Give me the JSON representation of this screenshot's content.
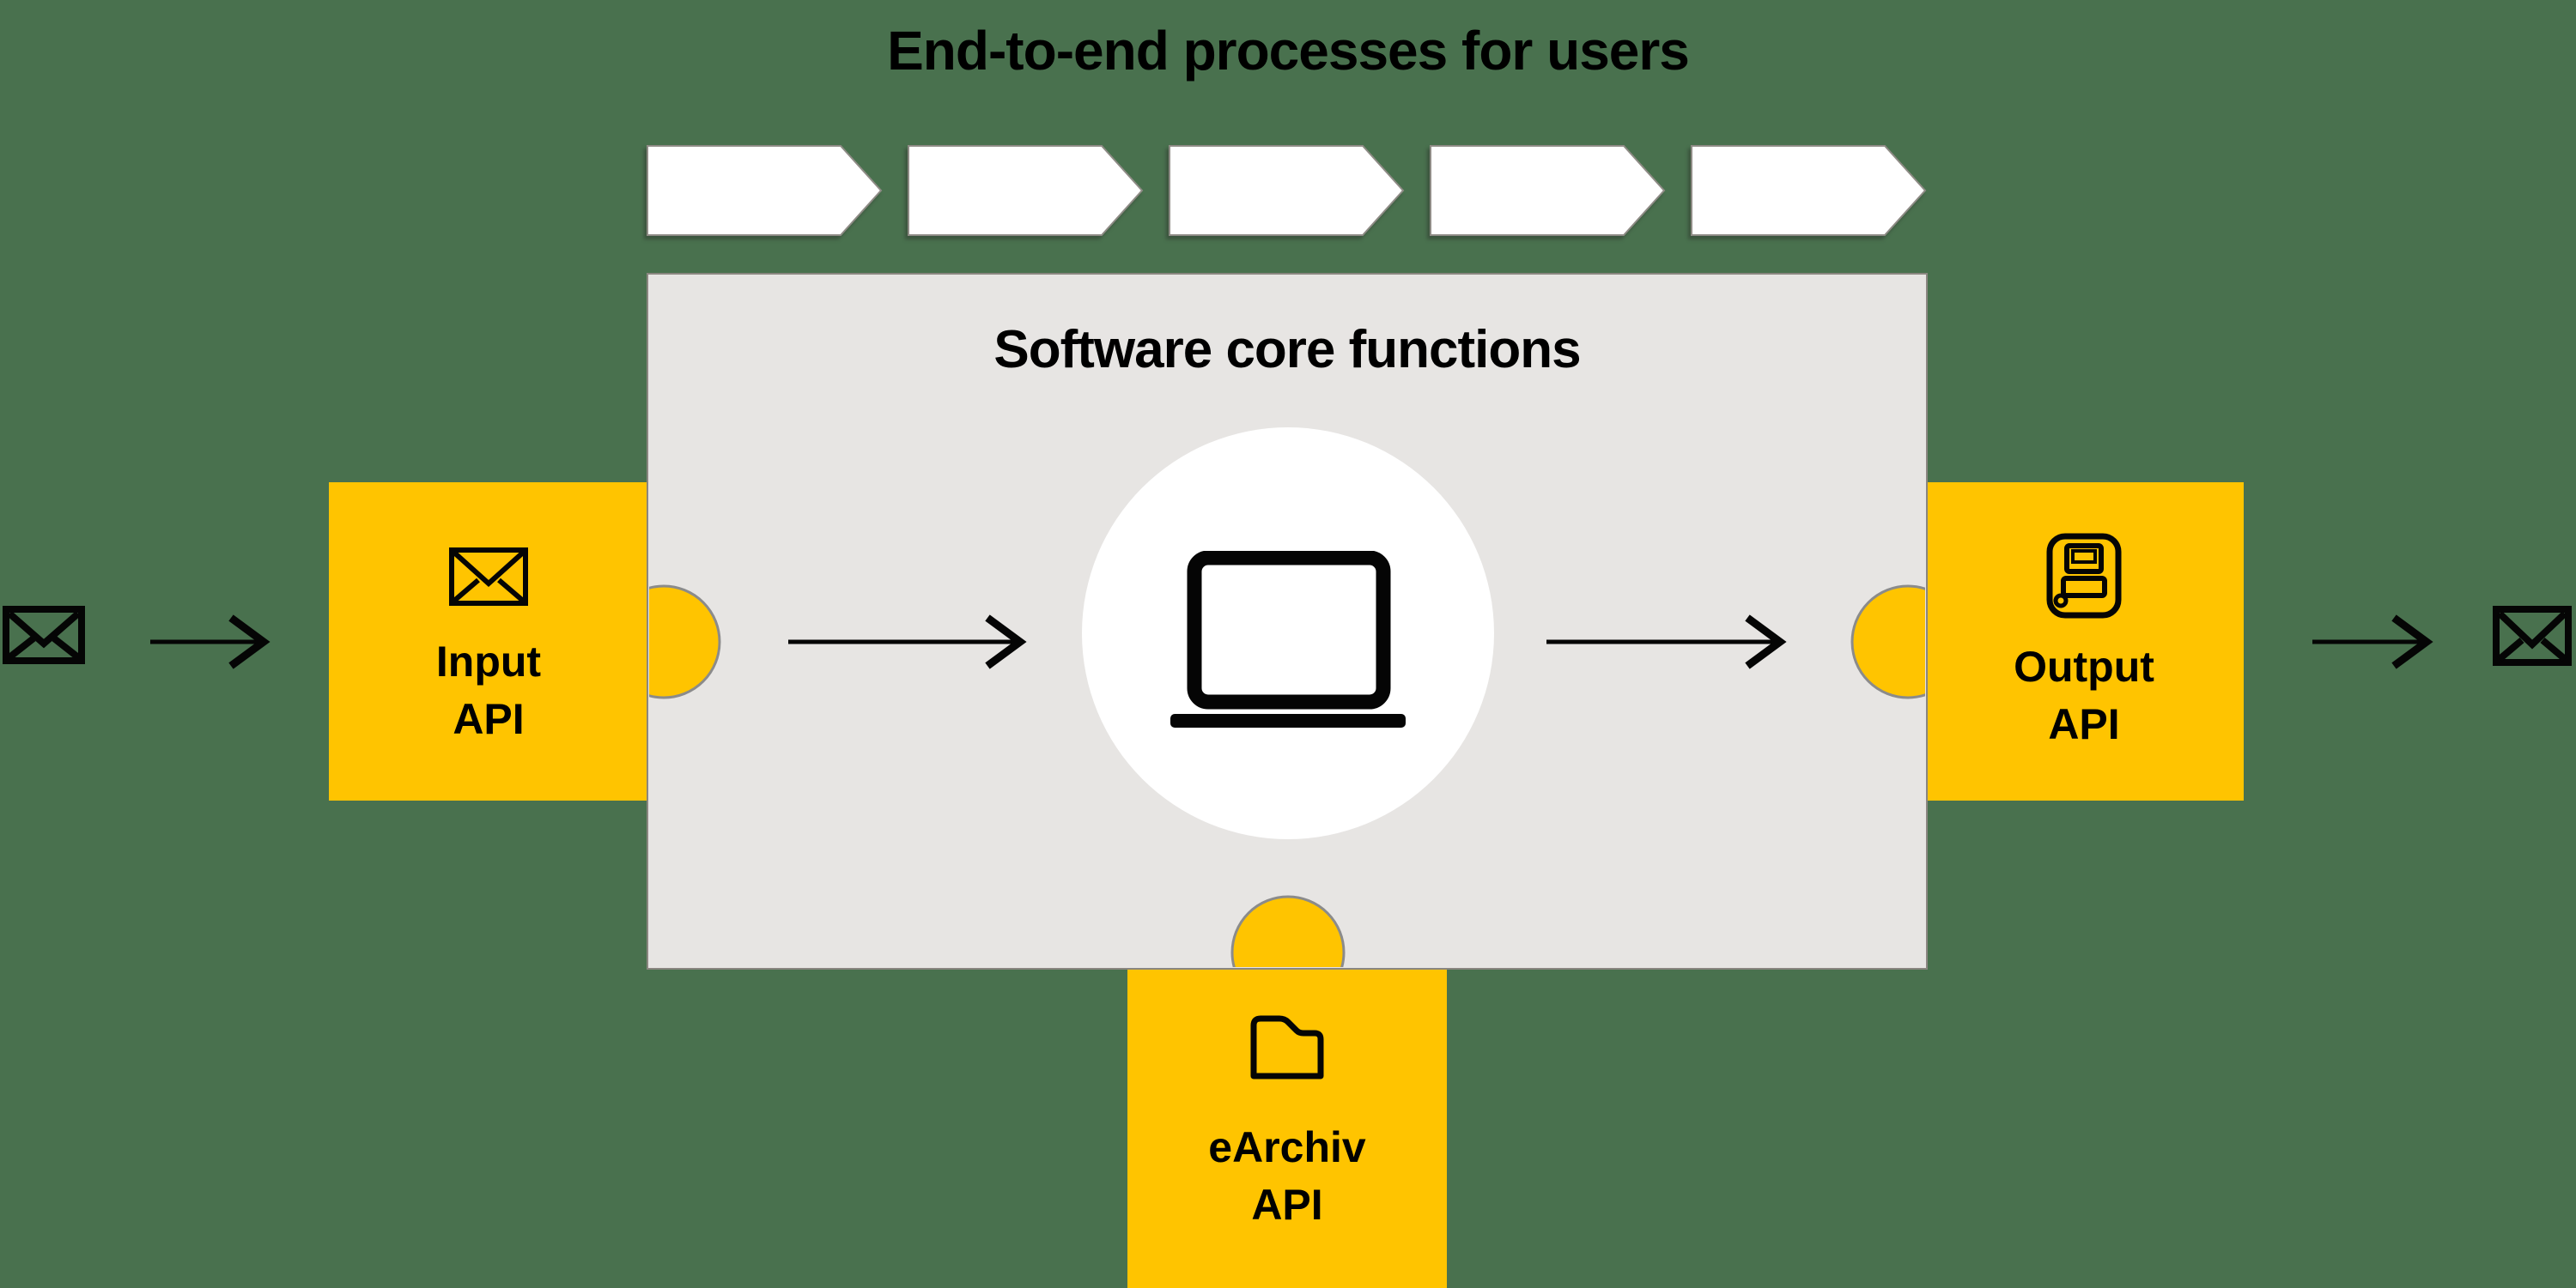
{
  "title": "End-to-end processes for users",
  "process_row": {
    "step_count": 5
  },
  "core_panel": {
    "title": "Software core functions",
    "center_icon": "laptop-icon"
  },
  "blocks": {
    "input": {
      "line1": "Input",
      "line2": "API",
      "icon": "envelope-icon"
    },
    "output": {
      "line1": "Output",
      "line2": "API",
      "icon": "server-icon"
    },
    "earchiv": {
      "line1": "eArchiv",
      "line2": "API",
      "icon": "folder-icon"
    }
  },
  "endpoints": {
    "left": "envelope-icon",
    "right": "envelope-icon"
  },
  "colors": {
    "background": "#49714E",
    "block_yellow": "#FFC400",
    "panel_gray": "#E7E5E3",
    "panel_border": "#8A8680",
    "chevron": "#FFFFFF",
    "ink": "#000000"
  }
}
